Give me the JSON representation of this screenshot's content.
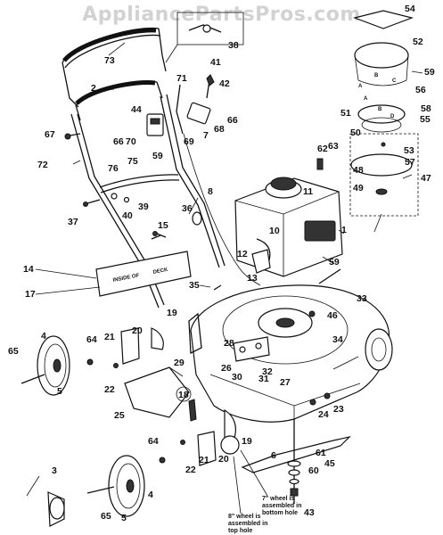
{
  "watermark": "AppliancePartsPros.com",
  "part_numbers": [
    "1",
    "2",
    "3",
    "4",
    "5",
    "6",
    "7",
    "8",
    "10",
    "11",
    "12",
    "13",
    "14",
    "15",
    "17",
    "18",
    "19",
    "20",
    "21",
    "22",
    "23",
    "24",
    "25",
    "26",
    "27",
    "28",
    "29",
    "30",
    "31",
    "32",
    "33",
    "34",
    "35",
    "36",
    "37",
    "38",
    "39",
    "40",
    "41",
    "42",
    "43",
    "44",
    "45",
    "46",
    "47",
    "48",
    "49",
    "50",
    "51",
    "52",
    "53",
    "54",
    "55",
    "56",
    "57",
    "58",
    "59",
    "60",
    "61",
    "62",
    "63",
    "64",
    "65",
    "66",
    "67",
    "68",
    "69",
    "70",
    "71",
    "72",
    "73",
    "75",
    "76"
  ],
  "deck_plate_text": [
    "INSIDE OF",
    "DECK"
  ],
  "blade_adapter_letters": [
    "A",
    "B",
    "C",
    "A",
    "B",
    "D"
  ],
  "notes": {
    "wheel_7in": [
      "7\" wheel is",
      "assembled in",
      "bottom hole"
    ],
    "wheel_8in": [
      "8\" wheel is",
      "assembled in",
      "top hole"
    ]
  }
}
